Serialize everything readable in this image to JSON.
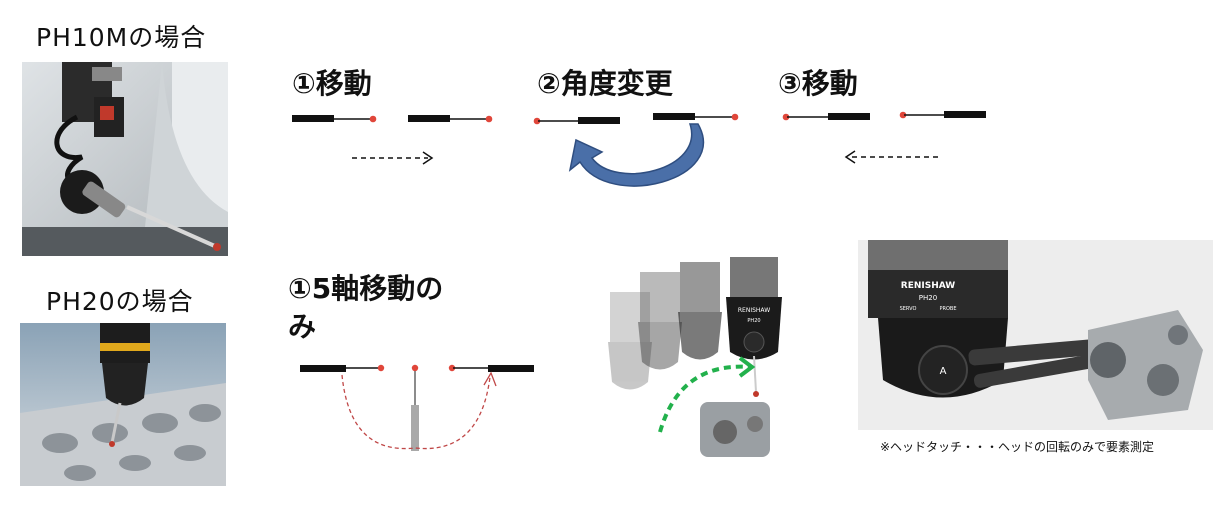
{
  "ph10m": {
    "title": "PH10Mの場合",
    "steps": [
      "①移動",
      "②角度変更",
      "③移動"
    ]
  },
  "ph20": {
    "title": "PH20の場合",
    "step_line1": "①5軸移動の",
    "step_line2": "み"
  },
  "caption": "※ヘッドタッチ・・・ヘッドの回転のみで要素測定",
  "device_labels": {
    "brand": "RENISHAW",
    "model": "PH20",
    "servo": "SERVO",
    "probe": "PROBE",
    "axis": "A"
  },
  "colors": {
    "stylus_tip": "#e0463a",
    "rotation_arrow": "#4a6fa8",
    "motion_path": "#22b14c",
    "arc_dash": "#c04848"
  }
}
